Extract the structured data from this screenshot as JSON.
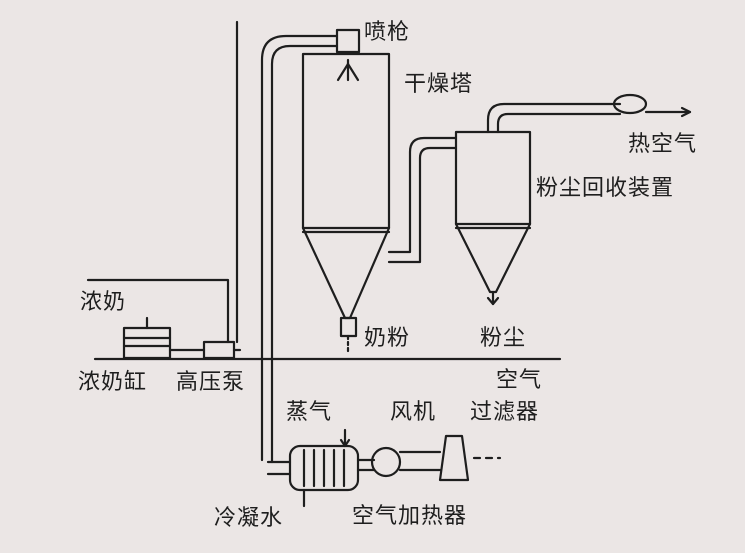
{
  "labels": {
    "spray_gun": "喷枪",
    "drying_tower": "干燥塔",
    "hot_air": "热空气",
    "dust_collector": "粉尘回收装置",
    "concentrated_milk": "浓奶",
    "milk_powder": "奶粉",
    "dust": "粉尘",
    "milk_tank": "浓奶缸",
    "high_pressure_pump": "高压泵",
    "air_filter_line1": "空气",
    "air_filter_line2": "过滤器",
    "steam": "蒸气",
    "fan": "风机",
    "condensate": "冷凝水",
    "air_heater": "空气加热器"
  },
  "colors": {
    "ink": "#1e1e1e",
    "paper": "#ebe6e5"
  }
}
